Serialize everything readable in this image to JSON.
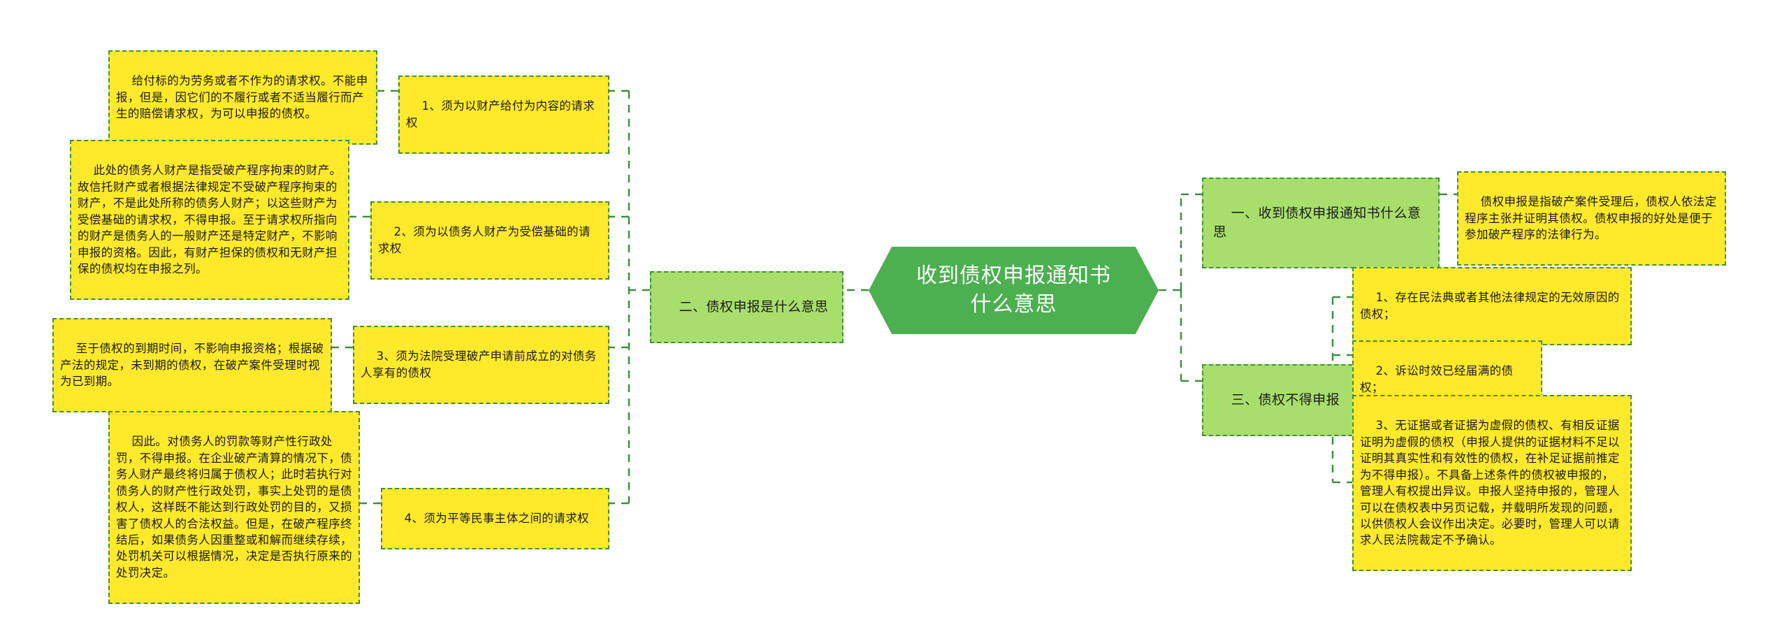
{
  "diagram": {
    "type": "mind-map",
    "title": "收到债权申报通知书什么意思",
    "colors": {
      "center_fill": "#4caf50",
      "branch_fill": "#a8df6c",
      "leaf_fill": "#ffe92b",
      "border": "#3f8f3f",
      "center_text": "#ffffff",
      "node_text": "#1a1a1a",
      "background": "#ffffff"
    }
  },
  "center": {
    "label": "收到债权申报通知书什么意思"
  },
  "left_branch": {
    "label": "二、债权申报是什么意思",
    "children": [
      {
        "label": "1、须为以财产给付为内容的请求权",
        "detail": "给付标的为劳务或者不作为的请求权。不能申报，但是，因它们的不履行或者不适当履行而产生的赔偿请求权，为可以申报的债权。"
      },
      {
        "label": "2、须为以债务人财产为受偿基础的请求权",
        "detail": "此处的债务人财产是指受破产程序拘束的财产。故信托财产或者根据法律规定不受破产程序拘束的财产，不是此处所称的债务人财产；以这些财产为受偿基础的请求权，不得申报。至于请求权所指向的财产是债务人的一般财产还是特定财产，不影响申报的资格。因此，有财产担保的债权和无财产担保的债权均在申报之列。"
      },
      {
        "label": "3、须为法院受理破产申请前成立的对债务人享有的债权",
        "detail": "至于债权的到期时间，不影响申报资格；根据破产法的规定，未到期的债权，在破产案件受理时视为已到期。"
      },
      {
        "label": "4、须为平等民事主体之间的请求权",
        "detail": "因此。对债务人的罚款等财产性行政处罚，不得申报。在企业破产清算的情况下，债务人财产最终将归属于债权人；此时若执行对债务人的财产性行政处罚，事实上处罚的是债权人，这样既不能达到行政处罚的目的，又损害了债权人的合法权益。但是，在破产程序终结后，如果债务人因重整或和解而继续存续，处罚机关可以根据情况，决定是否执行原来的处罚决定。"
      }
    ]
  },
  "right_branches": [
    {
      "label": "一、收到债权申报通知书什么意思",
      "children": [
        {
          "label": "债权申报是指破产案件受理后，债权人依法定程序主张并证明其债权。债权申报的好处是便于参加破产程序的法律行为。"
        }
      ]
    },
    {
      "label": "三、债权不得申报",
      "children": [
        {
          "label": "1、存在民法典或者其他法律规定的无效原因的债权；"
        },
        {
          "label": "2、诉讼时效已经届满的债权；"
        },
        {
          "label": "3、无证据或者证据为虚假的债权、有相反证据证明为虚假的债权（申报人提供的证据材料不足以证明其真实性和有效性的债权，在补足证据前推定为不得申报）。不具备上述条件的债权被申报的，管理人有权提出异议。申报人坚持申报的，管理人可以在债权表中另页记载，并载明所发现的问题，以供债权人会议作出决定。必要时，管理人可以请求人民法院裁定不予确认。"
        }
      ]
    }
  ]
}
